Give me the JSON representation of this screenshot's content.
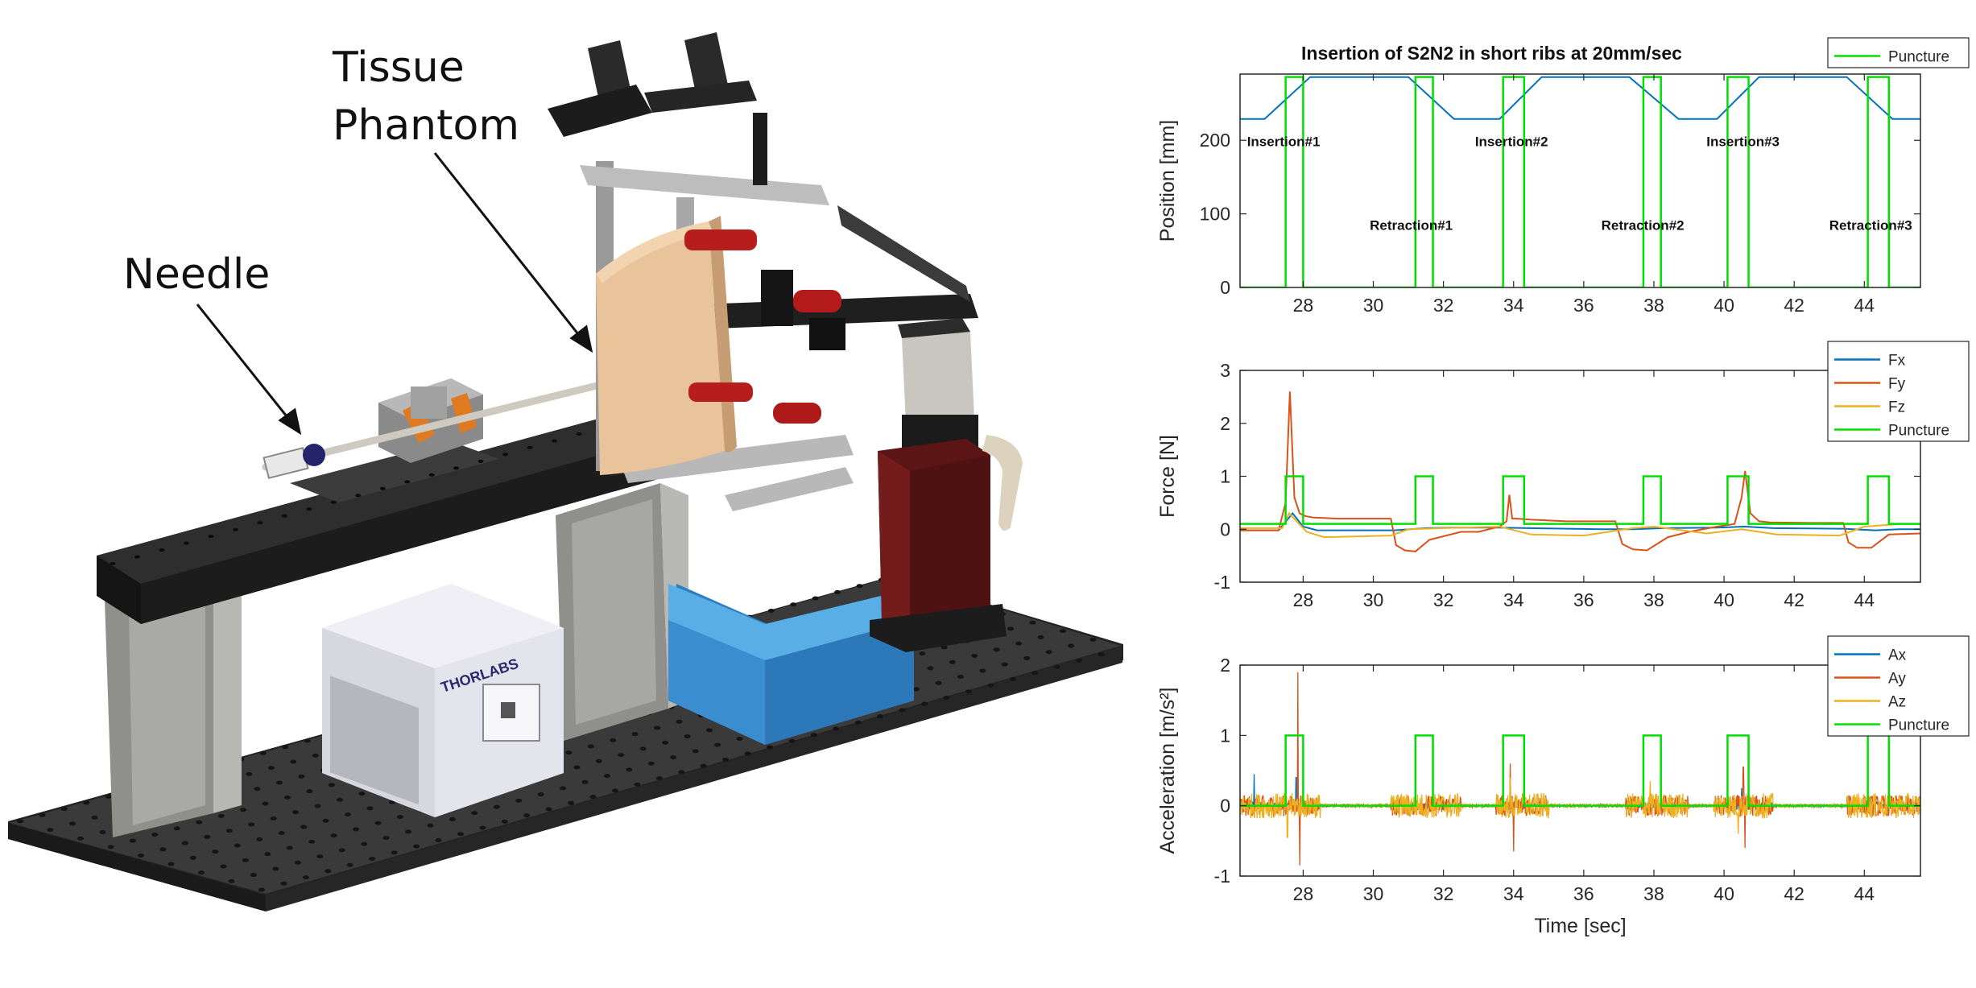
{
  "figure": {
    "callouts": {
      "needle": "Needle",
      "tissue_line1": "Tissue",
      "tissue_line2": "Phantom"
    },
    "equipment_text": {
      "controller_brand": "THORLABS"
    },
    "colors": {
      "table_black": "#2b2b2b",
      "slide_black": "#1e1e1e",
      "leg_gray": "#9c9c98",
      "controller_silver": "#dcdce4",
      "tray_blue": "#3f97d6",
      "phantom_skin": "#e8c399",
      "column_maroon": "#6b1818",
      "handle_red": "#b71c1c"
    }
  },
  "chart_data": [
    {
      "id": "position",
      "type": "line",
      "title": "Insertion of S2N2 in short ribs at 20mm/sec",
      "ylabel": "Position [mm]",
      "xlabel": "",
      "xlim": [
        26.2,
        45.6
      ],
      "ylim": [
        0,
        290
      ],
      "xticks": [
        28,
        30,
        32,
        34,
        36,
        38,
        40,
        42,
        44
      ],
      "yticks": [
        0,
        100,
        200
      ],
      "grid": false,
      "legend_position": "top-right",
      "series": [
        {
          "name": "",
          "color": "#0072BD",
          "x": [
            26.2,
            26.9,
            28.2,
            31.0,
            32.3,
            33.6,
            34.8,
            37.3,
            38.7,
            39.8,
            41.0,
            43.5,
            44.8,
            45.6
          ],
          "y": [
            229,
            229,
            286,
            286,
            229,
            229,
            286,
            286,
            229,
            229,
            286,
            286,
            229,
            229
          ]
        },
        {
          "name": "Puncture",
          "color": "#00E000",
          "kind": "pulses",
          "height": 286,
          "base": 0,
          "pulses": [
            [
              27.5,
              28.0
            ],
            [
              31.2,
              31.7
            ],
            [
              33.7,
              34.3
            ],
            [
              37.7,
              38.2
            ],
            [
              40.1,
              40.7
            ],
            [
              44.1,
              44.7
            ]
          ]
        }
      ],
      "annotations": [
        {
          "text": "Insertion#1",
          "x": 26.4,
          "y": 192
        },
        {
          "text": "Insertion#2",
          "x": 32.9,
          "y": 192
        },
        {
          "text": "Insertion#3",
          "x": 39.5,
          "y": 192
        },
        {
          "text": "Retraction#1",
          "x": 29.9,
          "y": 78
        },
        {
          "text": "Retraction#2",
          "x": 36.5,
          "y": 78
        },
        {
          "text": "Retraction#3",
          "x": 43.0,
          "y": 78
        }
      ]
    },
    {
      "id": "force",
      "type": "line",
      "title": "",
      "ylabel": "Force [N]",
      "xlabel": "",
      "xlim": [
        26.2,
        45.6
      ],
      "ylim": [
        -1,
        3
      ],
      "xticks": [
        28,
        30,
        32,
        34,
        36,
        38,
        40,
        42,
        44
      ],
      "yticks": [
        -1,
        0,
        1,
        2,
        3
      ],
      "grid": false,
      "legend_position": "top-right",
      "series": [
        {
          "name": "Fx",
          "color": "#0072BD",
          "x": [
            26.2,
            27.3,
            27.7,
            28.0,
            28.4,
            30.6,
            31.5,
            32.2,
            33.6,
            34.4,
            36.5,
            37.4,
            38.3,
            39.8,
            40.6,
            41.4,
            43.4,
            44.3,
            45.0,
            45.6
          ],
          "y": [
            -0.02,
            -0.02,
            0.3,
            0.05,
            -0.02,
            -0.02,
            0.02,
            0.03,
            0.03,
            0.02,
            0.0,
            0.0,
            0.02,
            0.03,
            0.05,
            0.02,
            0.01,
            -0.02,
            0.0,
            0.0
          ]
        },
        {
          "name": "Fy",
          "color": "#D95319",
          "x": [
            26.2,
            27.3,
            27.5,
            27.62,
            27.75,
            27.9,
            28.05,
            28.3,
            29.0,
            30.5,
            30.65,
            30.9,
            31.2,
            31.6,
            32.5,
            33.0,
            33.6,
            33.8,
            33.88,
            33.96,
            34.1,
            34.5,
            35.5,
            36.9,
            37.1,
            37.4,
            37.8,
            38.4,
            39.0,
            39.8,
            40.3,
            40.5,
            40.6,
            40.75,
            41.0,
            41.3,
            42.5,
            43.4,
            43.55,
            43.8,
            44.2,
            44.7,
            45.6
          ],
          "y": [
            -0.02,
            -0.02,
            0.5,
            2.6,
            0.6,
            0.3,
            0.25,
            0.22,
            0.2,
            0.2,
            -0.3,
            -0.4,
            -0.42,
            -0.2,
            -0.05,
            -0.05,
            0.05,
            0.15,
            0.65,
            0.2,
            0.2,
            0.18,
            0.15,
            0.15,
            -0.28,
            -0.38,
            -0.4,
            -0.15,
            -0.05,
            0.05,
            0.1,
            0.6,
            1.1,
            0.3,
            0.15,
            0.13,
            0.12,
            0.12,
            -0.25,
            -0.35,
            -0.35,
            -0.1,
            -0.08
          ]
        },
        {
          "name": "Fz",
          "color": "#EDB120",
          "x": [
            26.2,
            27.4,
            27.6,
            28.1,
            28.6,
            30.5,
            31.0,
            32.0,
            33.6,
            34.5,
            36.0,
            37.4,
            38.0,
            39.5,
            40.5,
            41.5,
            43.3,
            44.0,
            45.0,
            45.6
          ],
          "y": [
            0.02,
            0.02,
            0.3,
            -0.05,
            -0.15,
            -0.12,
            0.0,
            0.02,
            0.05,
            -0.1,
            -0.12,
            0.02,
            0.05,
            -0.08,
            0.0,
            -0.1,
            -0.12,
            0.05,
            0.1,
            0.1
          ]
        },
        {
          "name": "Puncture",
          "color": "#00E000",
          "kind": "pulses",
          "height": 1,
          "base": 0.1,
          "pulses": [
            [
              27.5,
              28.0
            ],
            [
              31.2,
              31.7
            ],
            [
              33.7,
              34.3
            ],
            [
              37.7,
              38.2
            ],
            [
              40.1,
              40.7
            ],
            [
              44.1,
              44.7
            ]
          ]
        }
      ]
    },
    {
      "id": "acceleration",
      "type": "line",
      "title": "",
      "ylabel": "Acceleration [m/s²]",
      "xlabel": "Time [sec]",
      "xlim": [
        26.2,
        45.6
      ],
      "ylim": [
        -1,
        2
      ],
      "xticks": [
        28,
        30,
        32,
        34,
        36,
        38,
        40,
        42,
        44
      ],
      "yticks": [
        -1,
        0,
        1,
        2
      ],
      "grid": false,
      "legend_position": "top-right",
      "noise_windows": [
        [
          26.2,
          28.5
        ],
        [
          30.5,
          32.5
        ],
        [
          33.5,
          35.0
        ],
        [
          37.2,
          39.0
        ],
        [
          39.7,
          41.4
        ],
        [
          43.5,
          45.6
        ]
      ],
      "series": [
        {
          "name": "Ax",
          "color": "#0072BD",
          "amplitude": 0.06,
          "idle_amplitude": 0.015,
          "spikes": [
            [
              26.6,
              0.45
            ],
            [
              27.8,
              0.4
            ],
            [
              40.5,
              0.25
            ]
          ]
        },
        {
          "name": "Ay",
          "color": "#D95319",
          "amplitude": 0.15,
          "idle_amplitude": 0.02,
          "spikes": [
            [
              27.85,
              1.9
            ],
            [
              27.9,
              -0.85
            ],
            [
              33.9,
              0.6
            ],
            [
              34.0,
              -0.65
            ],
            [
              40.55,
              0.55
            ],
            [
              40.6,
              -0.6
            ]
          ]
        },
        {
          "name": "Az",
          "color": "#EDB120",
          "amplitude": 0.18,
          "idle_amplitude": 0.02,
          "spikes": [
            [
              27.55,
              -0.45
            ],
            [
              33.9,
              0.4
            ],
            [
              37.9,
              0.35
            ],
            [
              40.4,
              -0.4
            ]
          ]
        },
        {
          "name": "Puncture",
          "color": "#00E000",
          "kind": "pulses",
          "height": 1,
          "base": 0,
          "pulses": [
            [
              27.5,
              28.0
            ],
            [
              31.2,
              31.7
            ],
            [
              33.7,
              34.3
            ],
            [
              37.7,
              38.2
            ],
            [
              40.1,
              40.7
            ],
            [
              44.1,
              44.7
            ]
          ]
        }
      ]
    }
  ]
}
